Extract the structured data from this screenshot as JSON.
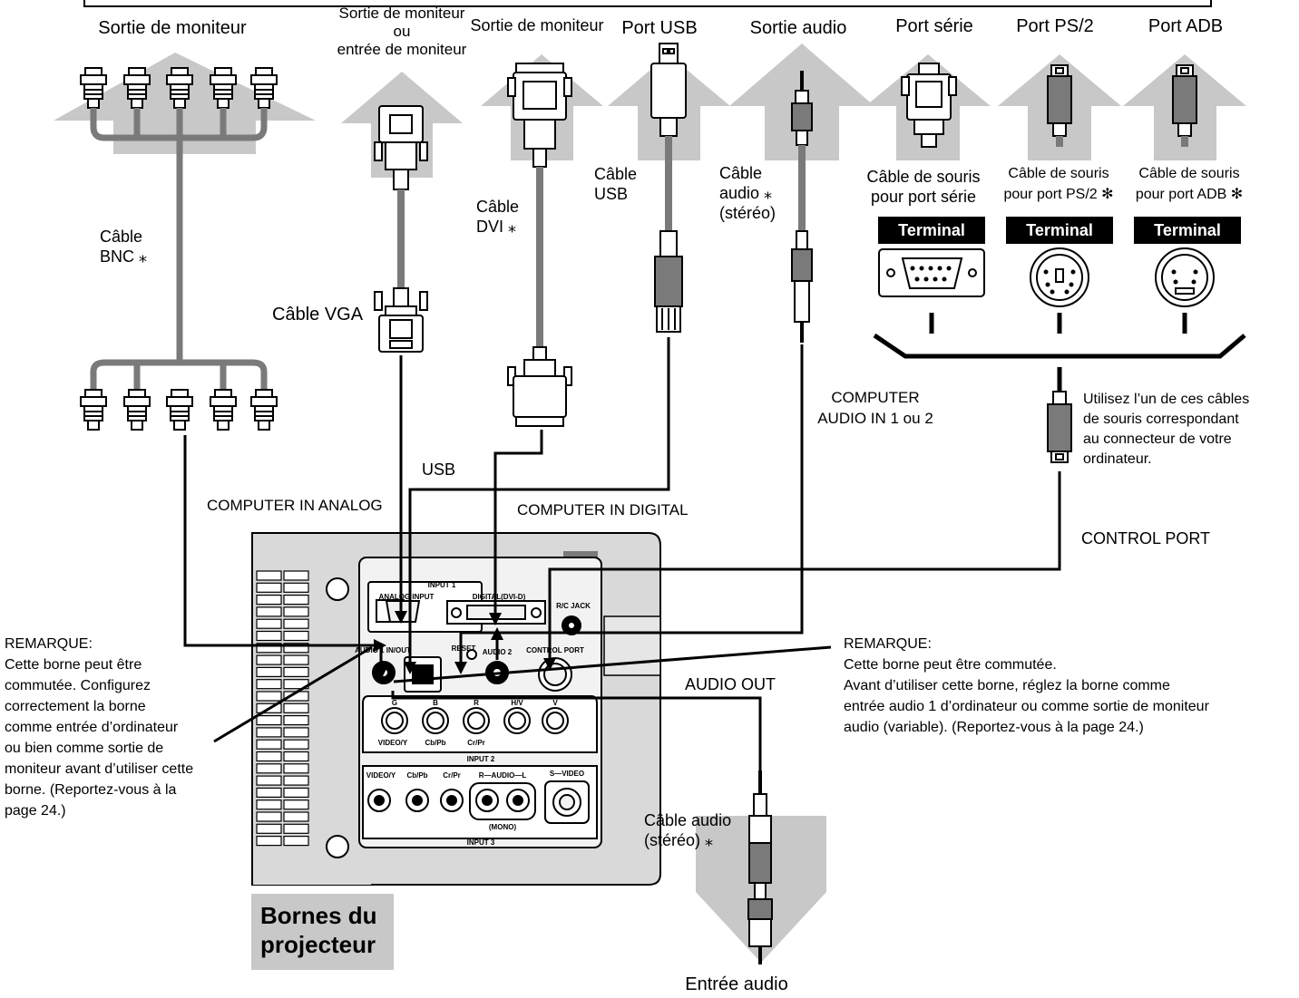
{
  "source_labels": {
    "monitor_out_bnc": "Sortie de moniteur",
    "monitor_out_or_in_1": "Sortie de moniteur",
    "monitor_out_or_in_2": "ou",
    "monitor_out_or_in_3": "entrée de moniteur",
    "monitor_out_dvi": "Sortie de moniteur",
    "usb_port": "Port USB",
    "audio_out": "Sortie audio",
    "serial_port": "Port série",
    "ps2_port": "Port PS/2",
    "adb_port": "Port ADB"
  },
  "cables": {
    "bnc_1": "Câble",
    "bnc_2": "BNC ⁎",
    "vga": "Câble VGA",
    "dvi_1": "Câble",
    "dvi_2": "DVI ⁎",
    "usb_1": "Câble",
    "usb_2": "USB",
    "audio_1": "Câble",
    "audio_2": "audio ⁎",
    "audio_3": "(stéréo)",
    "mouse_serial_1": "Câble de souris",
    "mouse_serial_2": "pour port série",
    "mouse_ps2_1": "Câble de souris",
    "mouse_ps2_2": "pour port PS/2 ✻",
    "mouse_adb_1": "Câble de souris",
    "mouse_adb_2": "pour port ADB ✻",
    "audio_bottom_1": "Câble audio",
    "audio_bottom_2": "(stéréo) ⁎"
  },
  "terminal_label": "Terminal",
  "connection_labels": {
    "usb": "USB",
    "computer_in_analog": "COMPUTER IN ANALOG",
    "computer_in_digital": "COMPUTER IN DIGITAL",
    "computer_audio_in_1": "COMPUTER",
    "computer_audio_in_2": "AUDIO IN 1 ou 2",
    "control_port": "CONTROL PORT",
    "audio_out": "AUDIO OUT",
    "audio_input": "Entrée audio"
  },
  "mouse_note": {
    "line1": "Utilisez l’un de ces câbles",
    "line2": "de souris correspondant",
    "line3": "au connecteur de votre",
    "line4": "ordinateur."
  },
  "note_left": {
    "title": "REMARQUE:",
    "l1": "Cette borne peut être",
    "l2": "commutée. Configurez",
    "l3": "correctement la borne",
    "l4": "comme entrée d’ordinateur",
    "l5": "ou bien comme sortie de",
    "l6": "moniteur avant d’utiliser cette",
    "l7": "borne. (Reportez-vous à la",
    "l8": "page 24.)"
  },
  "note_right": {
    "title": "REMARQUE:",
    "l1": "Cette borne peut être commutée.",
    "l2": "Avant d’utiliser cette borne, réglez la borne comme",
    "l3": "entrée audio 1 d’ordinateur ou comme sortie de moniteur",
    "l4": "audio (variable). (Reportez-vous à la page 24.)"
  },
  "panel_labels": {
    "input1": "INPUT 1",
    "analog_input": "ANALOG INPUT",
    "digital_dvi": "DIGITAL(DVI-D)",
    "rc_jack": "R/C JACK",
    "audio1": "AUDIO 1 IN/OUT",
    "reset": "RESET",
    "audio2": "AUDIO 2",
    "control_port": "CONTROL PORT",
    "g": "G",
    "b": "B",
    "r": "R",
    "hv": "H/V",
    "v": "V",
    "video_y": "VIDEO/Y",
    "cb_pb": "Cb/Pb",
    "cr_pr": "Cr/Pr",
    "input2": "INPUT 2",
    "video_y3": "VIDEO/Y",
    "cb_pb3": "Cb/Pb",
    "cr_pr3": "Cr/Pr",
    "r_audio_l": "R—AUDIO—L",
    "s_video": "S—VIDEO",
    "mono": "(MONO)",
    "input3": "INPUT 3"
  },
  "projector_title": {
    "line1": "Bornes du",
    "line2": "projecteur"
  },
  "colors": {
    "arrow": "#c8c8c8",
    "cable": "#7a7a7a",
    "projector": "#d9d9d9",
    "panel": "#f2f2f2"
  }
}
